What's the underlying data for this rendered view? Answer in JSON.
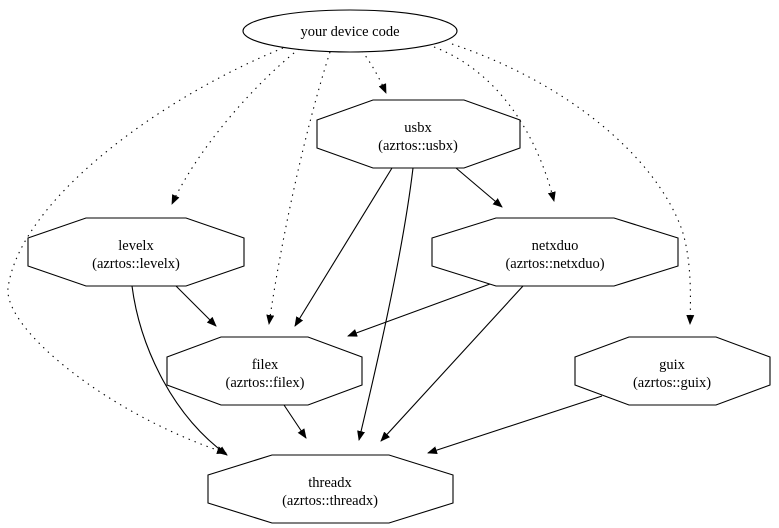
{
  "diagram": {
    "type": "dependency-graph",
    "background_color": "#ffffff",
    "line_color": "#000000",
    "nodes": [
      {
        "id": "device",
        "label": "your device code",
        "sublabel": "",
        "shape": "ellipse"
      },
      {
        "id": "usbx",
        "label": "usbx",
        "sublabel": "(azrtos::usbx)",
        "shape": "octagon"
      },
      {
        "id": "levelx",
        "label": "levelx",
        "sublabel": "(azrtos::levelx)",
        "shape": "octagon"
      },
      {
        "id": "netxduo",
        "label": "netxduo",
        "sublabel": "(azrtos::netxduo)",
        "shape": "octagon"
      },
      {
        "id": "filex",
        "label": "filex",
        "sublabel": "(azrtos::filex)",
        "shape": "octagon"
      },
      {
        "id": "guix",
        "label": "guix",
        "sublabel": "(azrtos::guix)",
        "shape": "octagon"
      },
      {
        "id": "threadx",
        "label": "threadx",
        "sublabel": "(azrtos::threadx)",
        "shape": "octagon"
      }
    ],
    "edges": [
      {
        "from": "device",
        "to": "usbx",
        "style": "dotted"
      },
      {
        "from": "device",
        "to": "levelx",
        "style": "dotted"
      },
      {
        "from": "device",
        "to": "netxduo",
        "style": "dotted"
      },
      {
        "from": "device",
        "to": "filex",
        "style": "dotted"
      },
      {
        "from": "device",
        "to": "guix",
        "style": "dotted"
      },
      {
        "from": "device",
        "to": "threadx",
        "style": "dotted"
      },
      {
        "from": "usbx",
        "to": "netxduo",
        "style": "solid"
      },
      {
        "from": "usbx",
        "to": "filex",
        "style": "solid"
      },
      {
        "from": "usbx",
        "to": "threadx",
        "style": "solid"
      },
      {
        "from": "levelx",
        "to": "filex",
        "style": "solid"
      },
      {
        "from": "levelx",
        "to": "threadx",
        "style": "solid"
      },
      {
        "from": "netxduo",
        "to": "filex",
        "style": "solid"
      },
      {
        "from": "netxduo",
        "to": "threadx",
        "style": "solid"
      },
      {
        "from": "filex",
        "to": "threadx",
        "style": "solid"
      },
      {
        "from": "guix",
        "to": "threadx",
        "style": "solid"
      }
    ]
  }
}
